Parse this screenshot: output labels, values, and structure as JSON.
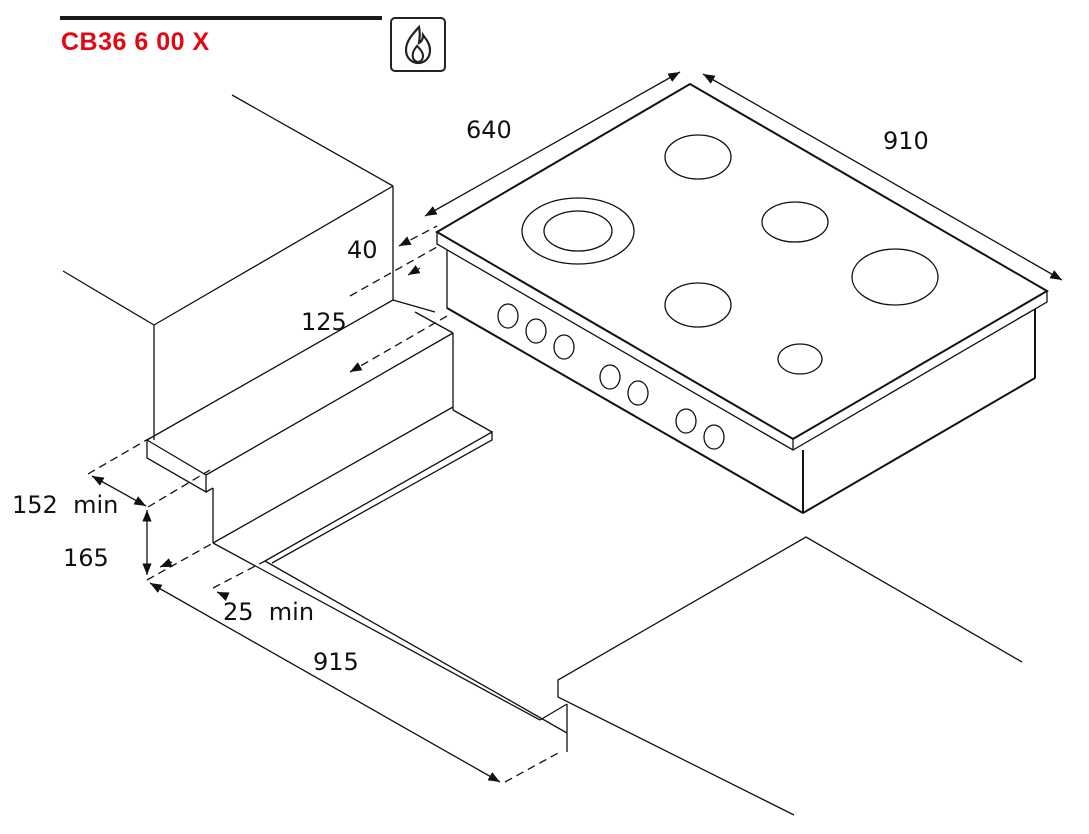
{
  "header": {
    "model": "CB36 6 00 X",
    "icon": "gas-flame-icon"
  },
  "colors": {
    "model_text": "#e30613",
    "lines": "#111111"
  },
  "dimensions": {
    "hob_depth": "640",
    "hob_width": "910",
    "hob_top_thickness": "40",
    "hob_body_depth": "125",
    "upper_clearance": "152  min",
    "cutout_height": "165",
    "front_clearance": "25  min",
    "cutout_width": "915"
  }
}
